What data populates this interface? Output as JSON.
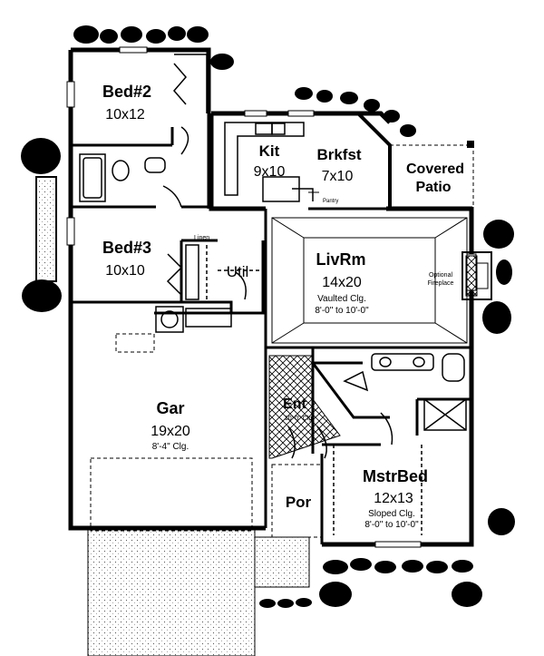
{
  "plan": {
    "rooms": {
      "bed2": {
        "name": "Bed#2",
        "size": "10x12"
      },
      "bed3": {
        "name": "Bed#3",
        "size": "10x10"
      },
      "linen": {
        "name": "Linen"
      },
      "util": {
        "name": "Util"
      },
      "kit": {
        "name": "Kit",
        "size": "9x10"
      },
      "brkfst": {
        "name": "Brkfst",
        "size": "7x10"
      },
      "pantry": {
        "name": "Pantry"
      },
      "covered_patio": {
        "line1": "Covered",
        "line2": "Patio"
      },
      "livrm": {
        "name": "LivRm",
        "size": "14x20",
        "note1": "Vaulted Clg.",
        "note2": "8'-0\" to 10'-0\""
      },
      "fireplace": {
        "line1": "Optional",
        "line2": "Fireplace"
      },
      "gar": {
        "name": "Gar",
        "size": "19x20",
        "note": "8'-4\" Clg."
      },
      "ent": {
        "name": "Ent",
        "note": "10'-0\" Clg."
      },
      "por": {
        "name": "Por"
      },
      "mstrbed": {
        "name": "MstrBed",
        "size": "12x13",
        "note1": "Sloped Clg.",
        "note2": "8'-0\" to 10'-0\""
      }
    },
    "colors": {
      "ink": "#000000",
      "paper": "#ffffff",
      "hatch": "#000000"
    }
  }
}
